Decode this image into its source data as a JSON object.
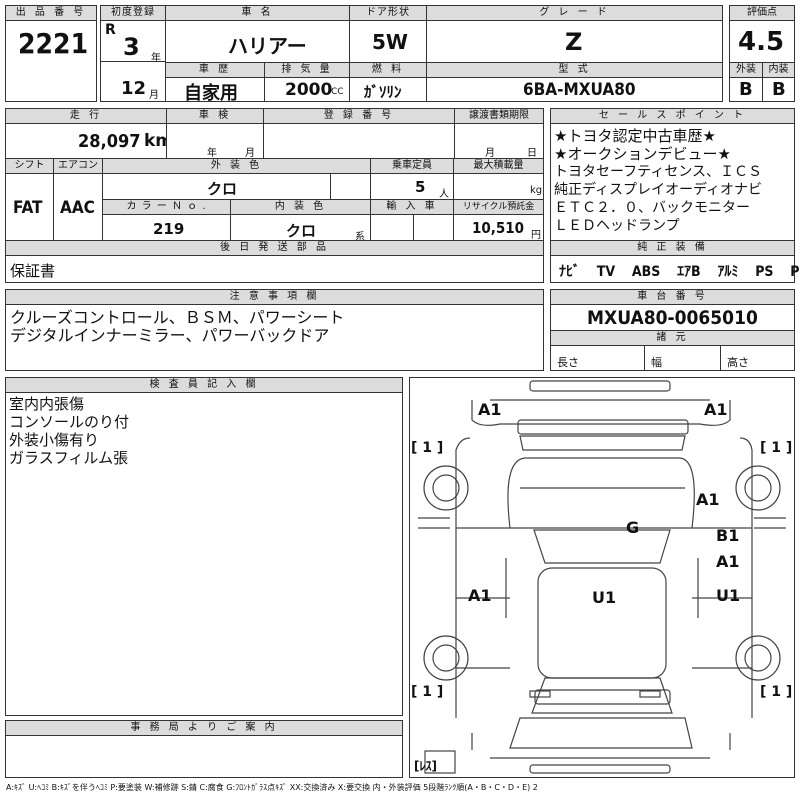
{
  "header": {
    "lot_no_label": "出 品 番 号",
    "lot_no": "2221",
    "first_reg_label": "初度登録",
    "era": "R",
    "year": "3",
    "year_unit": "年",
    "month": "12",
    "month_unit": "月",
    "car_name_label": "車 名",
    "car_name": "ハリアー",
    "door_label": "ドア形状",
    "door": "5W",
    "grade_label": "グ レ ー ド",
    "grade": "Z",
    "score_label": "評価点",
    "score": "4.5",
    "history_label": "車 歴",
    "history": "自家用",
    "displacement_label": "排 気 量",
    "displacement": "2000",
    "displacement_unit": "CC",
    "fuel_label": "燃 料",
    "fuel": "ｶﾞｿﾘﾝ",
    "model_label": "型 式",
    "model": "6BA-MXUA80",
    "exterior_label": "外装",
    "interior_label": "内装",
    "exterior_grade": "B",
    "interior_grade": "B"
  },
  "row2": {
    "mileage_label": "走 行",
    "mileage": "28,097",
    "mileage_unit": "km",
    "inspection_label": "車 検",
    "inspection_year_unit": "年",
    "inspection_month_unit": "月",
    "reg_no_label": "登 録 番 号",
    "transfer_label": "譲渡書類期限",
    "transfer_month_unit": "月",
    "transfer_day_unit": "日",
    "shift_label": "シフト",
    "shift": "FAT",
    "ac_label": "エアコン",
    "ac": "AAC",
    "ext_color_label": "外 装 色",
    "ext_color": "クロ",
    "capacity_label": "乗車定員",
    "capacity": "5",
    "capacity_unit": "人",
    "max_load_label": "最大積載量",
    "max_load_unit": "kg",
    "color_no_label": "カ ラ ー Ｎ ｏ .",
    "color_no": "219",
    "int_color_label": "内 装 色",
    "int_color": "クロ",
    "int_color_unit": "系",
    "import_label": "輸 入 車",
    "recycle_label": "リサイクル預託金",
    "recycle": "10,510",
    "recycle_unit": "円",
    "later_parts_label": "後 日 発 送 部 品",
    "later_parts": "保証書"
  },
  "sales_points": {
    "label": "セ ー ル ス ポ イ ン ト",
    "lines": [
      "★トヨタ認定中古車歴★",
      "★オークションデビュー★",
      "トヨタセーフティセンス、ＩＣＳ",
      "純正ディスプレイオーディオナビ",
      "ＥＴＣ２．０、バックモニター",
      "ＬＥＤヘッドランプ"
    ],
    "equipment_label": "純 正 装 備",
    "equipment": [
      "ﾅﾋﾞ",
      "TV",
      "ABS",
      "ｴｱB",
      "ｱﾙﾐ",
      "PS",
      "PW"
    ]
  },
  "notes": {
    "label": "注 意 事 項 欄",
    "lines": [
      "クルーズコントロール、ＢＳＭ、パワーシート",
      "デジタルインナーミラー、パワーバックドア"
    ]
  },
  "chassis": {
    "label": "車 台 番 号",
    "number": "MXUA80-0065010",
    "specs_label": "諸 元",
    "length_label": "長さ",
    "width_label": "幅",
    "height_label": "高さ"
  },
  "inspector": {
    "label": "検 査 員 記 入 欄",
    "lines": [
      "室内内張傷",
      "コンソールのり付",
      "外装小傷有り",
      "ガラスフィルム張"
    ]
  },
  "office": {
    "label": "事 務 局 よ り ご 案 内"
  },
  "diagram": {
    "marks": {
      "front_left": "A1",
      "front_right": "A1",
      "right_front_door_area": "A1",
      "right_rear_b1": "B1",
      "right_rear_a1": "A1",
      "roof": "G",
      "left_side": "A1",
      "center": "U1",
      "right_side": "U1"
    },
    "brackets": {
      "top_left": "[ 1 ]",
      "top_right": "[ 1 ]",
      "bottom_left": "[ 1 ]",
      "bottom_right": "[ 1 ]",
      "spare": "[ﾚｽ]"
    }
  },
  "legend": "A:ｷｽﾞ U:ﾍｺﾐ B:ｷｽﾞを伴うﾍｺﾐ P:要塗装 W:補修跡 S:錆 C:腐食 G:ﾌﾛﾝﾄｶﾞﾗｽ点ｷｽﾞ XX:交換済み X:要交換 内・外装評価 5段階ﾗﾝｸ順(A・B・C・D・E) 2"
}
